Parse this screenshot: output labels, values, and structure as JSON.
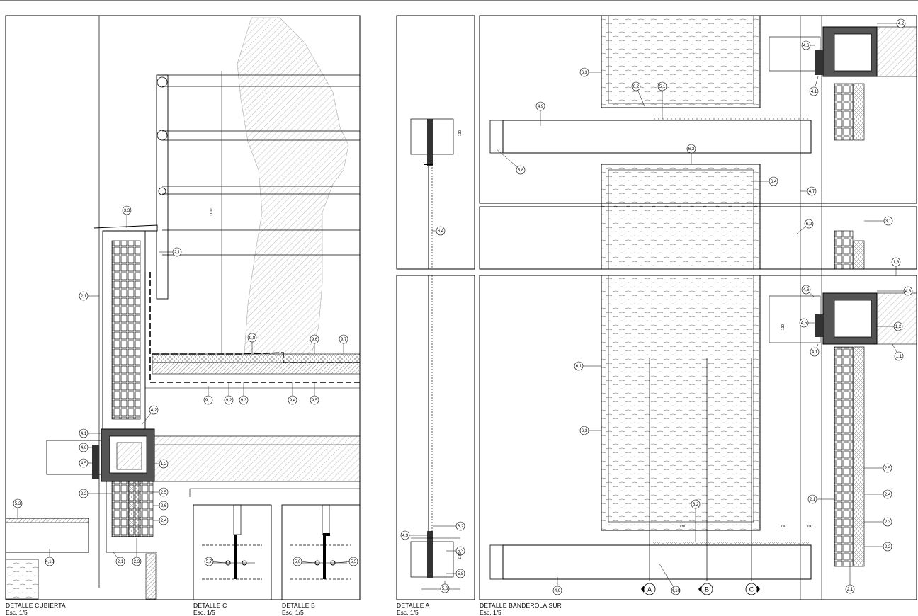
{
  "captions": {
    "cubierta": {
      "title": "DETALLE CUBIERTA",
      "scale": "Esc. 1/5"
    },
    "c": {
      "title": "DETALLE C",
      "scale": "Esc. 1/5"
    },
    "b": {
      "title": "DETALLE B",
      "scale": "Esc. 1/5"
    },
    "a": {
      "title": "DETALLE A",
      "scale": "Esc. 1/5"
    },
    "banderola": {
      "title": "DETALLE BANDEROLA SUR",
      "scale": "Esc. 1/5"
    }
  },
  "section_markers": [
    "A",
    "B",
    "C"
  ],
  "callouts": {
    "cubierta": [
      "3,3",
      "2,1",
      "2,1",
      "9,8",
      "9,6",
      "9,7",
      "9,1",
      "9,2",
      "9,3",
      "9,4",
      "9,5",
      "4,2",
      "4,1",
      "4,6",
      "4,5",
      "1,2",
      "2,2",
      "2,5",
      "2,6",
      "2,4",
      "2,1",
      "2,3",
      "5,3",
      "4,10"
    ],
    "c": [
      "5,7"
    ],
    "b": [
      "5,6",
      "5,5"
    ],
    "a": [
      "6,4",
      "4,9",
      "6,2",
      "5,3",
      "5,8",
      "5,6"
    ],
    "banderola": [
      "6,3",
      "6,2",
      "5,1",
      "4,9",
      "5,8",
      "6,2",
      "6,4",
      "4,7",
      "4,2",
      "4,6",
      "4,1",
      "6,2",
      "3,1",
      "1,3",
      "4,6",
      "4,3",
      "4,5",
      "1,2",
      "4,1",
      "1,1",
      "6,1",
      "6,3",
      "2,5",
      "2,1",
      "2,4",
      "2,3",
      "2,2",
      "6,2",
      "2,1",
      "4,9",
      "4,10"
    ]
  },
  "dimensions": [
    "1100",
    "130",
    "130",
    "130",
    "150",
    "100",
    "1100"
  ],
  "colors": {
    "line": "#000000",
    "hatch": "#8a8a8a",
    "fill_dark": "#555555",
    "fill_light": "#d9d9d9"
  }
}
